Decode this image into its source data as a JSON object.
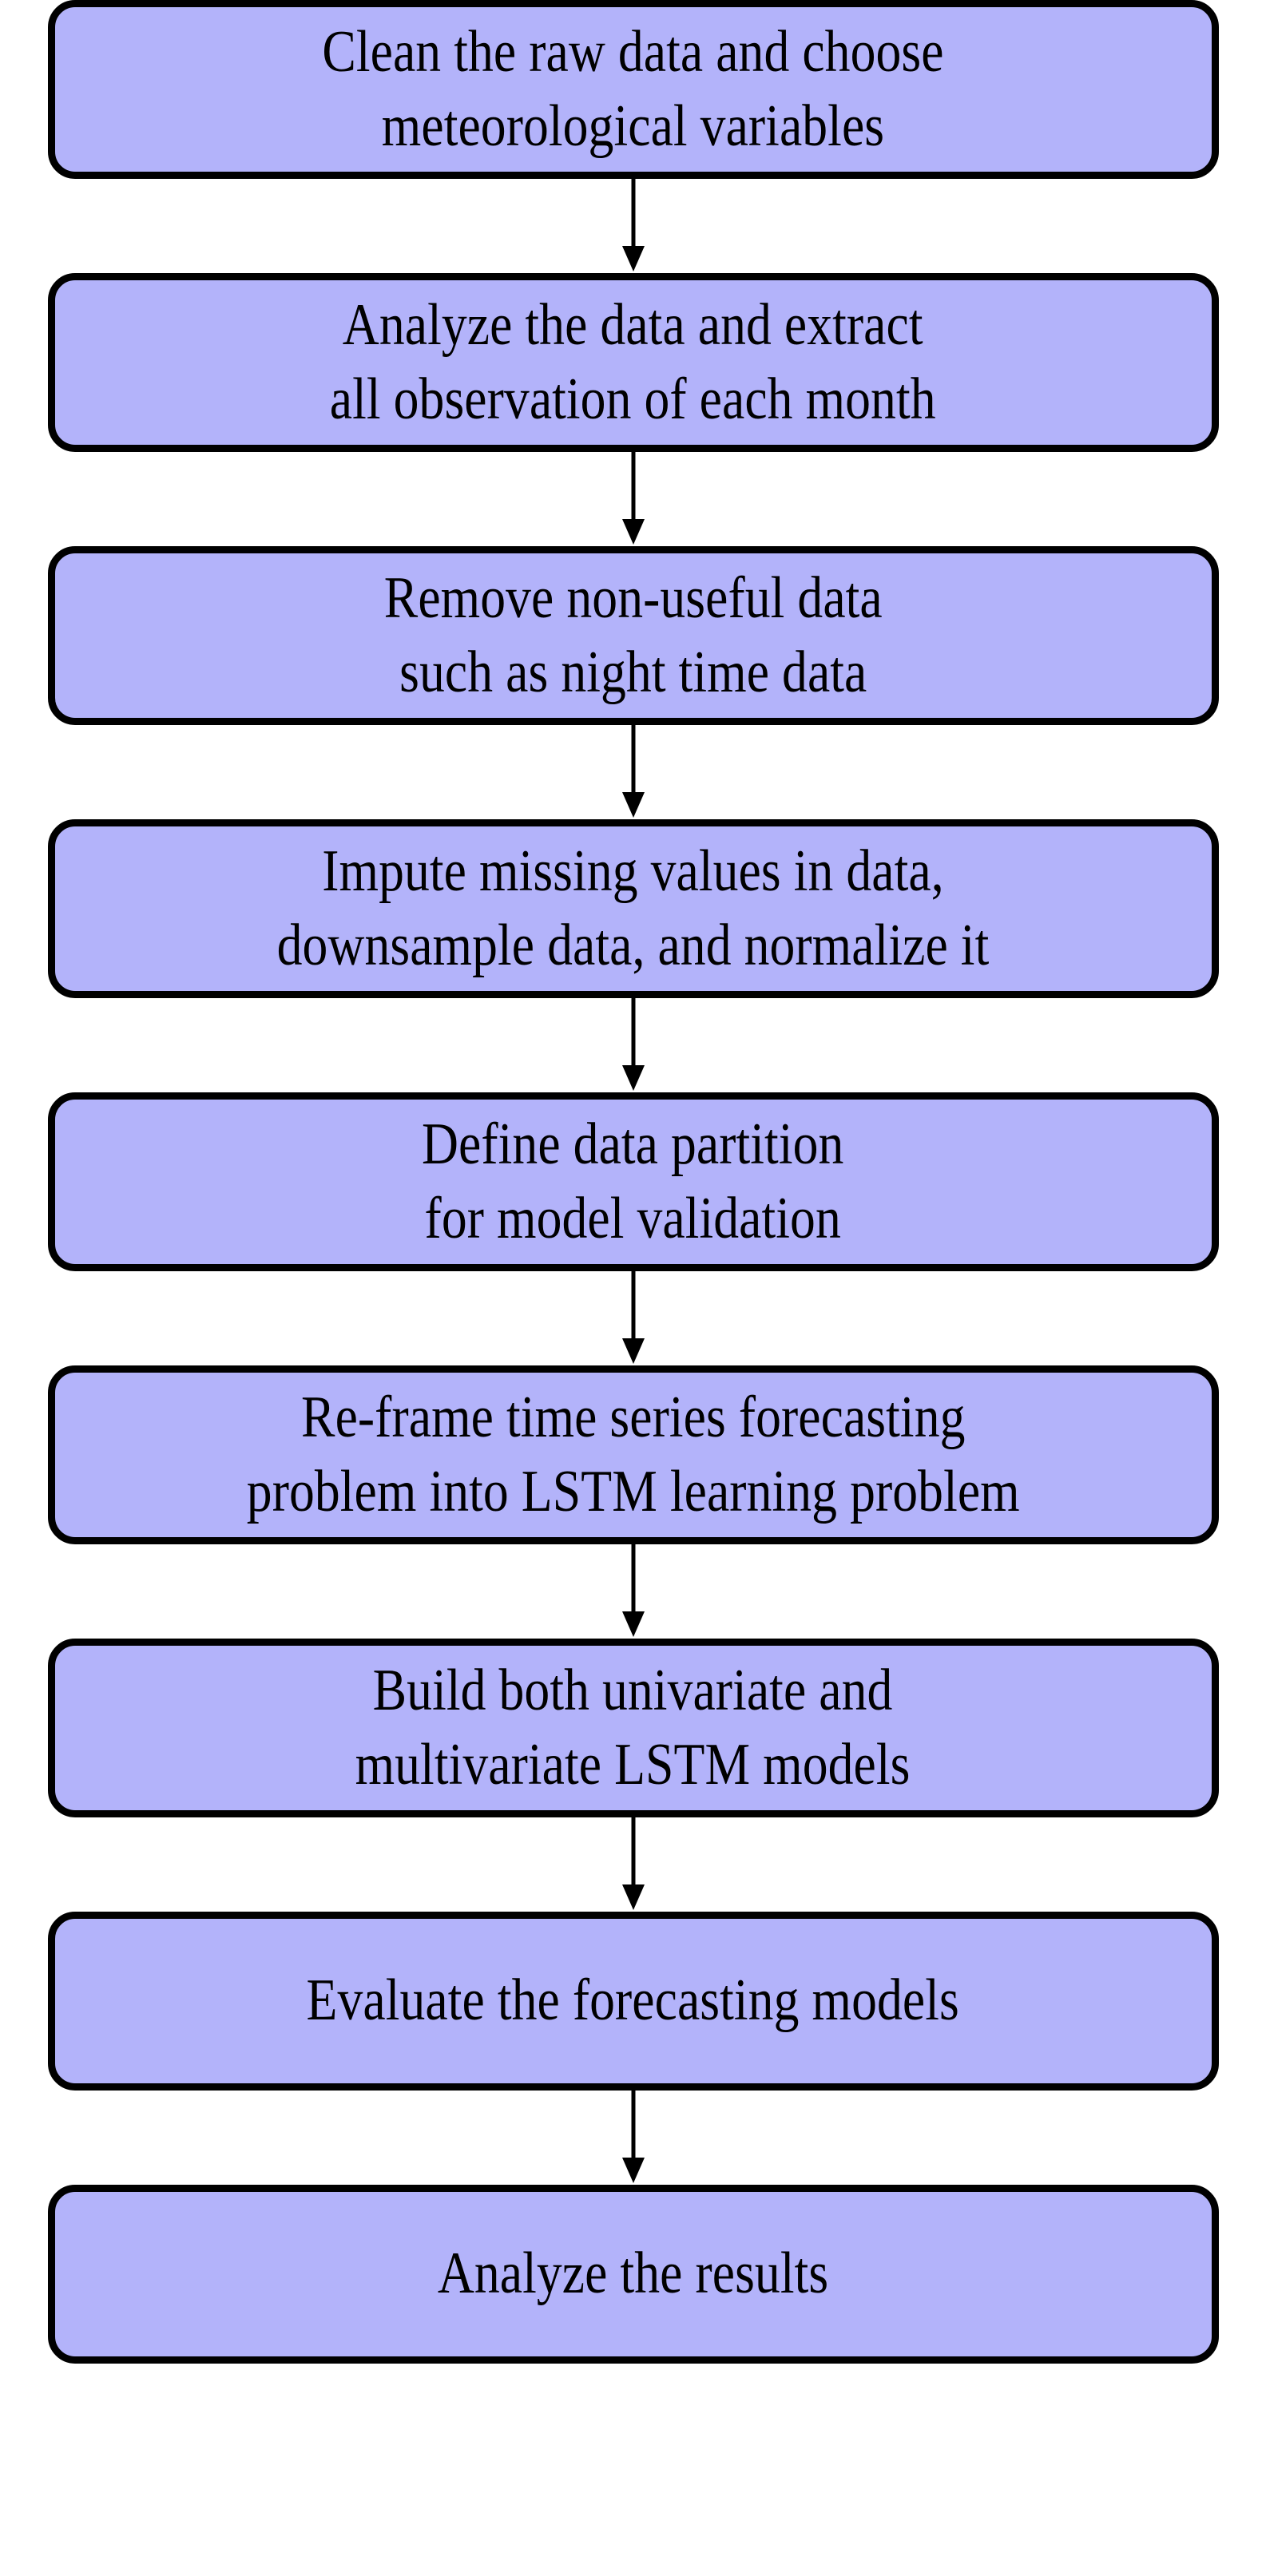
{
  "diagram": {
    "title": "LSTM weather forecasting methodology flowchart",
    "orientation": "top-to-bottom",
    "node_fill_color": "#B3B3FA",
    "node_border_color": "#000000",
    "arrow_color": "#000000",
    "background_color": "#FFFFFF",
    "node_count": 9,
    "connector_count": 8
  },
  "nodes": [
    {
      "id": "step-1",
      "lines": [
        "Clean the raw data and choose",
        "meteorological variables"
      ],
      "text": "Clean the raw data and choose\nmeteorological variables"
    },
    {
      "id": "step-2",
      "lines": [
        "Analyze the data and extract",
        "all observation of each month"
      ],
      "text": "Analyze the data and extract\nall observation of each month"
    },
    {
      "id": "step-3",
      "lines": [
        "Remove non-useful data",
        "such as night time data"
      ],
      "text": "Remove non-useful data\nsuch as night time data"
    },
    {
      "id": "step-4",
      "lines": [
        "Impute missing values in data,",
        "downsample data, and normalize it"
      ],
      "text": "Impute missing values in data,\ndownsample data, and normalize it"
    },
    {
      "id": "step-5",
      "lines": [
        "Define data partition",
        "for model validation"
      ],
      "text": "Define data partition\nfor model validation"
    },
    {
      "id": "step-6",
      "lines": [
        "Re-frame time series forecasting",
        "problem into LSTM learning problem"
      ],
      "text": "Re-frame time series forecasting\nproblem into LSTM learning problem"
    },
    {
      "id": "step-7",
      "lines": [
        "Build both univariate and",
        "multivariate LSTM models"
      ],
      "text": "Build both univariate and\nmultivariate LSTM models"
    },
    {
      "id": "step-8",
      "lines": [
        "Evaluate the forecasting models"
      ],
      "text": "Evaluate the forecasting models"
    },
    {
      "id": "step-9",
      "lines": [
        "Analyze the results"
      ],
      "text": "Analyze the results"
    }
  ],
  "connectors": [
    {
      "id": "arrow-1-2",
      "from": "step-1",
      "to": "step-2",
      "shape": "down-arrow"
    },
    {
      "id": "arrow-2-3",
      "from": "step-2",
      "to": "step-3",
      "shape": "down-arrow"
    },
    {
      "id": "arrow-3-4",
      "from": "step-3",
      "to": "step-4",
      "shape": "down-arrow"
    },
    {
      "id": "arrow-4-5",
      "from": "step-4",
      "to": "step-5",
      "shape": "down-arrow"
    },
    {
      "id": "arrow-5-6",
      "from": "step-5",
      "to": "step-6",
      "shape": "down-arrow"
    },
    {
      "id": "arrow-6-7",
      "from": "step-6",
      "to": "step-7",
      "shape": "down-arrow"
    },
    {
      "id": "arrow-7-8",
      "from": "step-7",
      "to": "step-8",
      "shape": "down-arrow"
    },
    {
      "id": "arrow-8-9",
      "from": "step-8",
      "to": "step-9",
      "shape": "down-arrow"
    }
  ]
}
